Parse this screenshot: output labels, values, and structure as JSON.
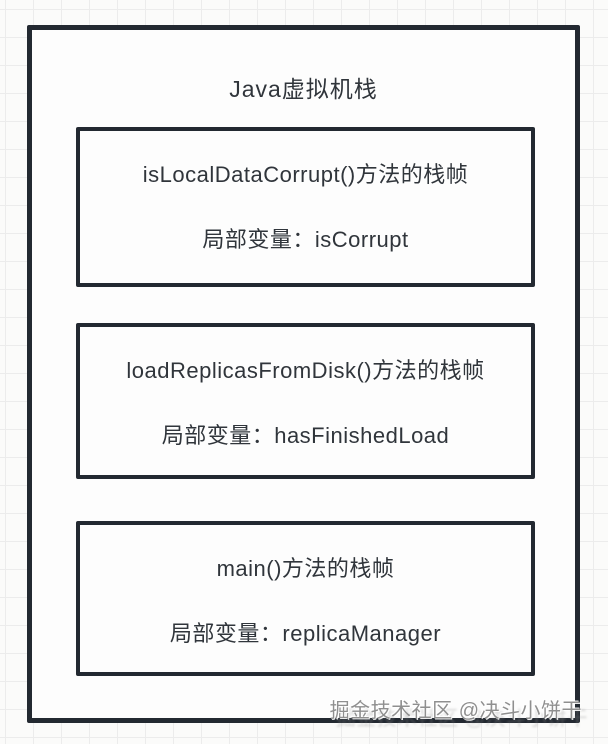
{
  "diagram": {
    "title": "Java虚拟机栈",
    "frames": [
      {
        "title": "isLocalDataCorrupt()方法的栈帧",
        "local_var": "局部变量：isCorrupt"
      },
      {
        "title": "loadReplicasFromDisk()方法的栈帧",
        "local_var": "局部变量：hasFinishedLoad"
      },
      {
        "title": "main()方法的栈帧",
        "local_var": "局部变量：replicaManager"
      }
    ],
    "watermark": "掘金技术社区 @决斗小饼干",
    "colors": {
      "border": "#232931",
      "text": "#30353b",
      "grid_line": "#ececec",
      "canvas_bg": "#fbfbfa",
      "watermark": "#8f8f8f"
    }
  }
}
